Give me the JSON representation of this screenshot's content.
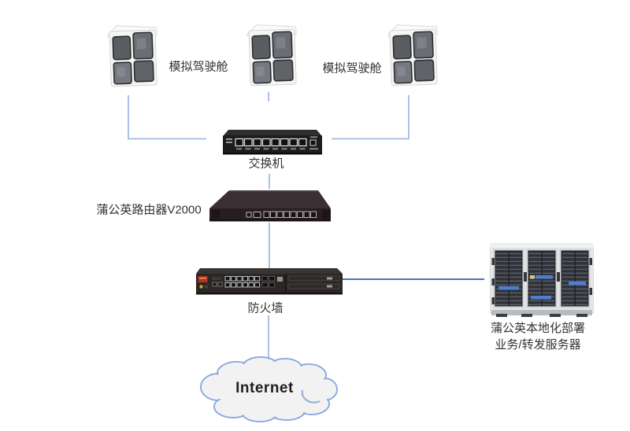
{
  "diagram": {
    "labels": {
      "cockpit_1": "模拟驾驶舱",
      "cockpit_2": "模拟驾驶舱",
      "switch": "交换机",
      "router": "蒲公英路由器V2000",
      "firewall": "防火墙",
      "server_line1": "蒲公英本地化部署",
      "server_line2": "业务/转发服务器",
      "internet": "Internet"
    },
    "icons": [
      "simulator-cockpit-icon",
      "simulator-cockpit-icon",
      "simulator-cockpit-icon",
      "ethernet-switch-icon",
      "router-icon",
      "firewall-icon",
      "server-rack-icon",
      "internet-cloud-icon"
    ],
    "colors": {
      "connector_light": "#a0bce4",
      "connector_accent": "#4472c4",
      "cloud_border": "#8faadc",
      "cloud_fill": "#f2f2f2",
      "label_text": "#333333"
    }
  }
}
